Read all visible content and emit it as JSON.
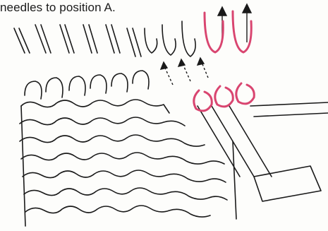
{
  "caption": "needles to position A.",
  "colors": {
    "ink": "#1a1a1a",
    "accent": "#d94570",
    "paper": "#fdfdfb"
  },
  "icons": {
    "arrows": "up-arrow",
    "needles": "latch-needle",
    "tools": "transfer-tool"
  }
}
